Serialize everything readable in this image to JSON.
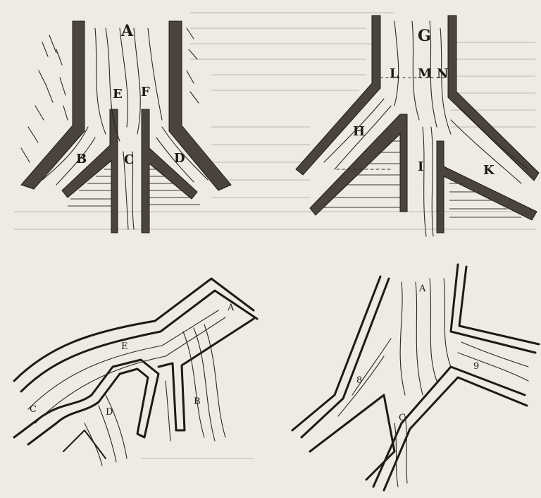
{
  "figures": [
    {
      "id": "top-left",
      "labels": [
        "A",
        "E",
        "F",
        "B",
        "C",
        "D"
      ]
    },
    {
      "id": "top-right",
      "labels": [
        "G",
        "L",
        "M",
        "N",
        "H",
        "I",
        "K"
      ]
    },
    {
      "id": "bottom-left",
      "labels": [
        "A",
        "E",
        "C",
        "D",
        "B"
      ]
    },
    {
      "id": "bottom-right",
      "labels": [
        "A",
        "8",
        "9",
        "C"
      ]
    }
  ],
  "palette": {
    "paper": "#eeebe4",
    "ink": "#1e1a16",
    "shade": "#4a443d"
  }
}
